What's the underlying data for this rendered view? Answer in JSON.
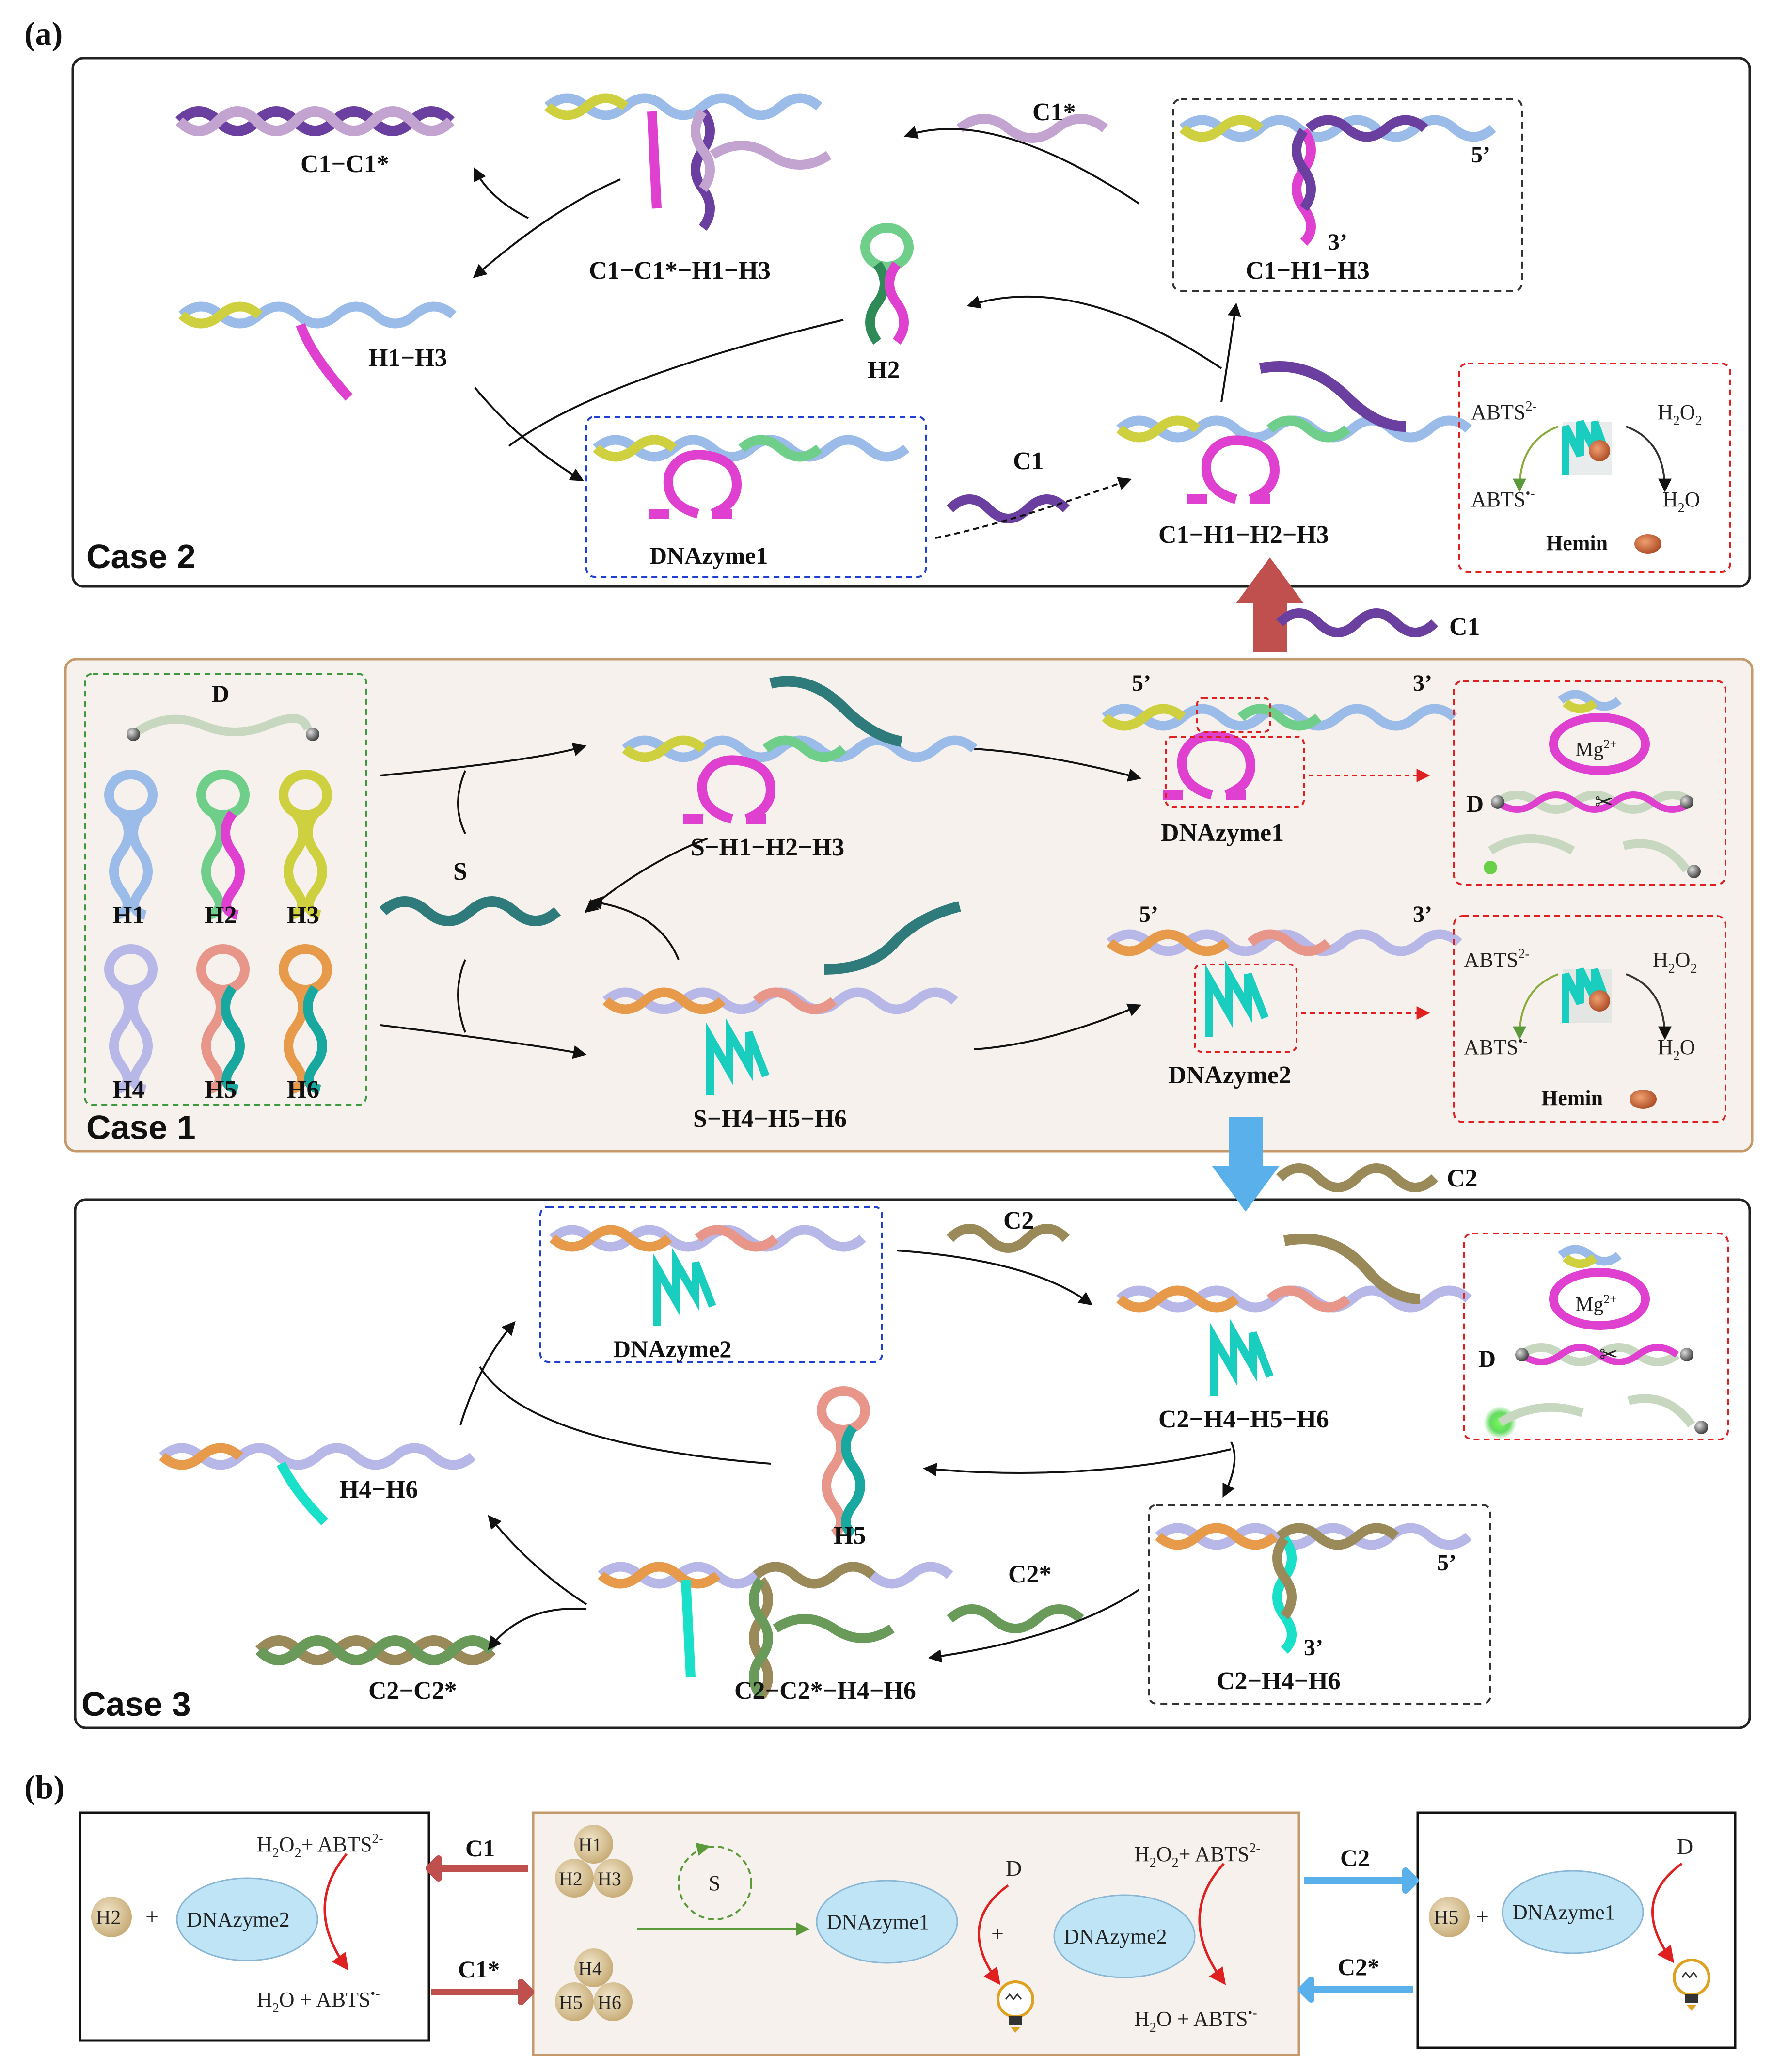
{
  "panels": {
    "a": "(a)",
    "b": "(b)"
  },
  "cases": {
    "case1": "Case 1",
    "case2": "Case 2",
    "case3": "Case 3"
  },
  "case2": {
    "c1_c1star": "C1−C1*",
    "c1_c1star_h1_h3": "C1−C1*−H1−H3",
    "h1_h3": "H1−H3",
    "c1star": "C1*",
    "c1_h1_h3": "C1−H1−H3",
    "five_prime": "5’",
    "three_prime": "3’",
    "h2": "H2",
    "dnazyme1": "DNAzyme1",
    "c1": "C1",
    "c1_h1_h2_h3": "C1−H1−H2−H3",
    "abts2": "ABTS",
    "abts2_sup": "2-",
    "abts_rad": "ABTS",
    "abts_rad_sup": "•-",
    "h2o2": "H",
    "h2o2_sub1": "2",
    "h2o2_o": "O",
    "h2o2_sub2": "2",
    "h2o": "H",
    "h2o_sub": "2",
    "h2o_o": "O",
    "hemin": "Hemin"
  },
  "case1": {
    "d": "D",
    "hairpins": [
      "H1",
      "H2",
      "H3",
      "H4",
      "H5",
      "H6"
    ],
    "s": "S",
    "s_h1_h2_h3": "S−H1−H2−H3",
    "s_h4_h5_h6": "S−H4−H5−H6",
    "dnazyme1": "DNAzyme1",
    "dnazyme2": "DNAzyme2",
    "five_prime": "5’",
    "three_prime": "3’",
    "mg": "Mg",
    "mg_sup": "2+",
    "c1_arrow_label": "C1",
    "c2_arrow_label": "C2"
  },
  "case3": {
    "dnazyme2": "DNAzyme2",
    "c2": "C2",
    "c2_h4_h5_h6": "C2−H4−H5−H6",
    "h4_h6": "H4−H6",
    "h5": "H5",
    "c2star": "C2*",
    "c2_h4_h6": "C2−H4−H6",
    "five_prime": "5’",
    "three_prime": "3’",
    "c2_c2star": "C2−C2*",
    "c2_c2star_h4_h6": "C2−C2*−H4−H6",
    "d": "D",
    "mg": "Mg",
    "mg_sup": "2+"
  },
  "panel_b": {
    "left": {
      "h2": "H2",
      "plus": "+",
      "dnazyme": "DNAzyme2",
      "top": "H",
      "top_sub1": "2",
      "top_o": "O",
      "top_sub2": "2",
      "top_rest": "+ ABTS",
      "top_sup": "2-",
      "bottom": "H",
      "bottom_sub": "2",
      "bottom_rest": "O + ABTS",
      "bottom_sup": "•-"
    },
    "center": {
      "h1": "H1",
      "h2": "H2",
      "h3": "H3",
      "h4": "H4",
      "h5": "H5",
      "h6": "H6",
      "s": "S",
      "dnazyme1": "DNAzyme1",
      "d": "D",
      "plus": "+",
      "dnazyme2": "DNAzyme2",
      "top": "H",
      "top_sub1": "2",
      "top_o": "O",
      "top_sub2": "2",
      "top_rest": "+ ABTS",
      "top_sup": "2-",
      "bottom": "H",
      "bottom_sub": "2",
      "bottom_rest": "O + ABTS",
      "bottom_sup": "•-"
    },
    "right": {
      "h5": "H5",
      "plus": "+",
      "dnazyme": "DNAzyme1",
      "d": "D"
    },
    "arrows": {
      "c1": "C1",
      "c1star": "C1*",
      "c2": "C2",
      "c2star": "C2*"
    }
  },
  "colors": {
    "case1_bg": "#f6f1ec",
    "case1_border": "#c49a6c",
    "red_arrow": "#c0504d",
    "blue_arrow": "#5ab0ea",
    "enzyme_fill": "#bfe4f6",
    "bead_fill": "#d8c39a"
  }
}
